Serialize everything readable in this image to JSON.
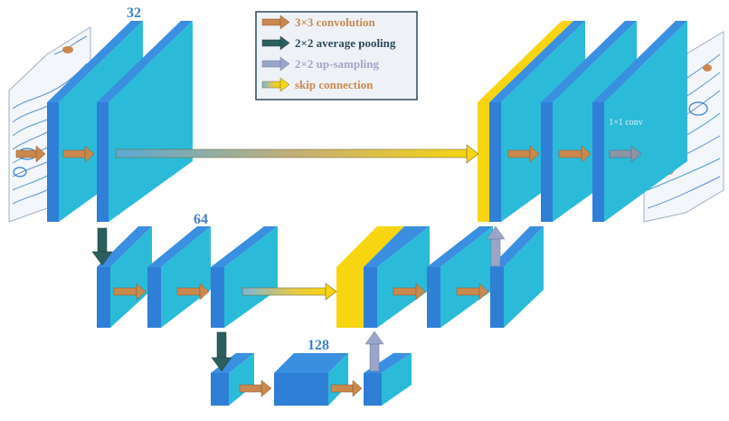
{
  "colors": {
    "block_front": "#2f7fd6",
    "block_face": "#2bbbd8",
    "block_top": "#3a8fe0",
    "skip_yellow": "#f7d511",
    "conv_arrow": "#c9884e",
    "pool_arrow": "#2c5e5e",
    "up_arrow": "#9aa6c9",
    "legend_bg": "#eef2f7",
    "legend_border": "#2c4a5a"
  },
  "channel_labels": {
    "level1": "32",
    "level2": "64",
    "level3": "128"
  },
  "legend": [
    {
      "text": "3×3 convolution",
      "color": "#c9884e",
      "arrow": "conv-arrow-icon"
    },
    {
      "text": "2×2 average pooling",
      "color": "#2c4a5a",
      "arrow": "pool-arrow-icon"
    },
    {
      "text": "2×2 up-sampling",
      "color": "#a5a5c6",
      "arrow": "up-arrow-icon"
    },
    {
      "text": "skip connection",
      "color": "#c9884e",
      "arrow": "skip-arrow-icon"
    }
  ],
  "output_conv_label": "1×1 conv"
}
